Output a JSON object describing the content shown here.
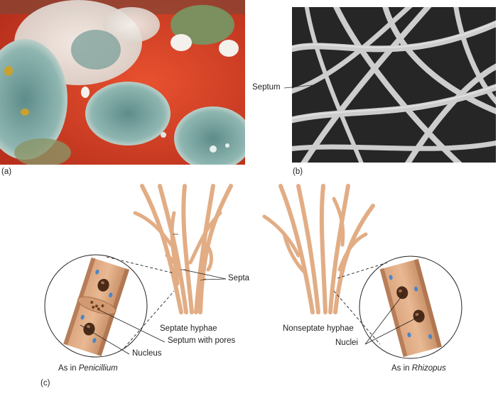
{
  "figure": {
    "panel_a": {
      "tag": "(a)"
    },
    "panel_b": {
      "tag": "(b)",
      "callout": "Septum"
    },
    "panel_c": {
      "tag": "(c)",
      "left": {
        "callout_septa": "Septa",
        "title": "Septate hyphae",
        "callout_pores": "Septum with pores",
        "callout_nucleus": "Nucleus",
        "caption_prefix": "As in ",
        "caption_genus": "Penicillium"
      },
      "right": {
        "title": "Nonseptate hyphae",
        "callout_nuclei": "Nuclei",
        "caption_prefix": "As in ",
        "caption_genus": "Rhizopus"
      }
    }
  },
  "colors": {
    "hypha": "#e8b790",
    "hypha_edge": "#c98d63",
    "nucleus": "#4a2a17",
    "vacuole": "#4a86c8",
    "mold_red": "#d8452c",
    "mold_green": "#7fa7a1"
  }
}
